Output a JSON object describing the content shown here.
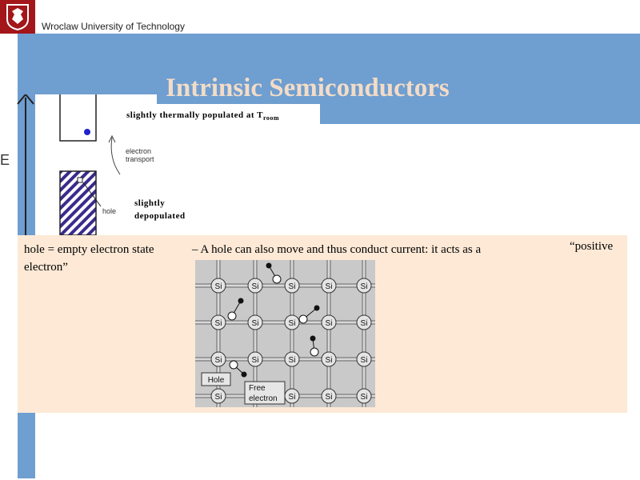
{
  "header": {
    "university": "Wroclaw University of Technology",
    "title": "Intrinsic Semiconductors"
  },
  "band_diagram": {
    "axis_label": "E",
    "note_thermal_prefix": "slightly thermally populated at T",
    "note_thermal_sub": "room",
    "note_depop_line1": "slightly",
    "note_depop_line2": "depopulated",
    "label_transport_1": "electron",
    "label_transport_2": "transport",
    "label_hole": "hole"
  },
  "content": {
    "text_a": "hole = empty electron state",
    "text_b": "– A hole can also move and thus conduct current: it acts as a",
    "text_c": "“positive",
    "text_d": "electron”"
  },
  "lattice": {
    "atom_label": "Si",
    "hole_label": "Hole",
    "free_electron_1": "Free",
    "free_electron_2": "electron"
  },
  "colors": {
    "header_blue": "#6f9ed0",
    "content_bg": "#fde9d6",
    "title_color": "#f3dcc7",
    "logo_red": "#a3161a",
    "electron_dot": "#2222cc",
    "hatch": "#3b2a8c"
  }
}
